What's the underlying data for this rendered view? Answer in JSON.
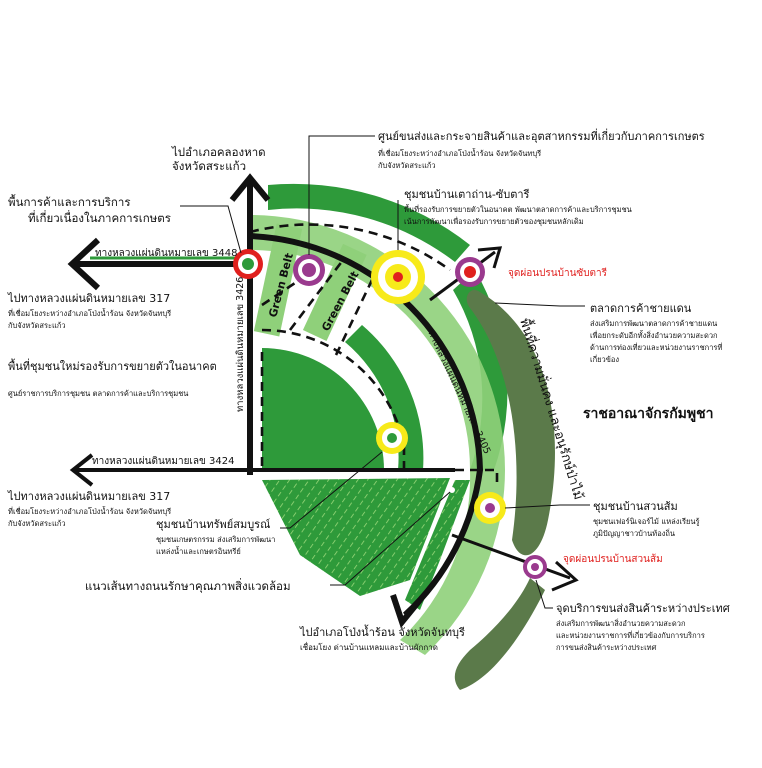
{
  "labels": {
    "north_dest_1": "ไปอำเภอคลองหาด",
    "north_dest_2": "จังหวัดสระแก้ว",
    "trade_zone_1": "พื้นการค้าและการบริการ",
    "trade_zone_2": "ที่เกี่ยวเนื่องในภาคการเกษตร",
    "highway_3448": "ทางหลวงแผ่นดินหมายเลข 3448",
    "to_317_a_1": "ไปทางหลวงแผ่นดินหมายเลข 317",
    "to_317_a_2": "ที่เชื่อมโยงระหว่างอำเภอโป่งน้ำร้อน จังหวัดจันทบุรี",
    "to_317_a_3": "กับจังหวัดสระแก้ว",
    "new_community_1": "พื้นที่ชุมชนใหม่รองรับการขยายตัวในอนาคต",
    "new_community_2": "ศูนย์ราชการบริการชุมชน ตลาดการค้าและบริการชุมชน",
    "highway_3424": "ทางหลวงแผ่นดินหมายเลข 3424",
    "to_317_b_1": "ไปทางหลวงแผ่นดินหมายเลข 317",
    "to_317_b_2": "ที่เชื่อมโยงระหว่างอำเภอโป่งน้ำร้อน จังหวัดจันทบุรี",
    "to_317_b_3": "กับจังหวัดสระแก้ว",
    "sap_somboon_1": "ชุมชนบ้านทรัพย์สมบูรณ์",
    "sap_somboon_2": "ชุมชนเกษตรกรรม ส่งเสริมการพัฒนา",
    "sap_somboon_3": "แหล่งน้ำและเกษตรอินทรีย์",
    "env_road": "แนวเส้นทางถนนรักษาคุณภาพสิ่งแวดล้อม",
    "south_dest_1": "ไปอำเภอโป่งน้ำร้อน จังหวัดจันทบุรี",
    "south_dest_2": "เชื่อมโยง ด่านบ้านแหลมและบ้านผักกาด",
    "logistics_center_1": "ศูนย์ขนส่งและกระจายสินค้าและอุตสาหกรรมที่เกี่ยวกับภาคการเกษตร",
    "logistics_center_2": "ที่เชื่อมโยงระหว่างอำเภอโป่งน้ำร้อน จังหวัดจันทบุรี",
    "logistics_center_3": "กับจังหวัดสระแก้ว",
    "tao_than_1": "ชุมชนบ้านเตาถ่าน-ซับตารี",
    "tao_than_2": "พื้นที่รองรับการขยายตัวในอนาคต พัฒนาตลาดการค้าและบริการชุมชน",
    "tao_than_3": "เน้นการพัฒนาเพื่อรองรับการขยายตัวของชุมชนหลักเดิม",
    "checkpoint_sab_tari": "จุดผ่อนปรนบ้านซับตารี",
    "border_market_1": "ตลาดการค้าชายแดน",
    "border_market_2": "ส่งเสริมการพัฒนาตลาดการค้าชายแดน",
    "border_market_3": "เพื่อยกระดับอีกทั้งสิ่งอำนวยความสะดวก",
    "border_market_4": "ด้านการท่องเที่ยวและหน่วยงานราชการที่",
    "border_market_5": "เกี่ยวข้อง",
    "conservation_area": "พื้นที่ความมั่นคง และอนุรักษ์ป่าไม้",
    "cambodia": "ราชอาณาจักรกัมพูชา",
    "suan_som_1": "ชุมชนบ้านสวนส้ม",
    "suan_som_2": "ชุมชนเฟอร์นิเจอร์ไม้ แหล่งเรียนรู้",
    "suan_som_3": "ภูมิปัญญาชาวบ้านท้องถิ่น",
    "checkpoint_suan_som": "จุดผ่อนปรนบ้านสวนส้ม",
    "intl_transport_1": "จุดบริการขนส่งสินค้าระหว่างประเทศ",
    "intl_transport_2": "ส่งเสริมการพัฒนาสิ่งอำนวยความสะดวก",
    "intl_transport_3": "และหน่วยงานราชการที่เกี่ยวข้องกับการบริการ",
    "intl_transport_4": "การขนส่งสินค้าระหว่างประเทศ",
    "green_belt_1": "Green Belt",
    "green_belt_2": "Green Belt",
    "highway_3426": "ทางหลวงแผ่นดินหมายเลข 3426",
    "highway_3405": "ทางหลวงแผ่นดินหมายเลข 3405"
  },
  "colors": {
    "road": "#111111",
    "green_dark": "#2e9a3a",
    "green_light": "#8fd07a",
    "forest": "#5b7a4a",
    "node_yellow": "#f7ea1a",
    "node_purple": "#9a3a8e",
    "node_red": "#e0201e",
    "checkpoint_text": "#e0201e"
  }
}
